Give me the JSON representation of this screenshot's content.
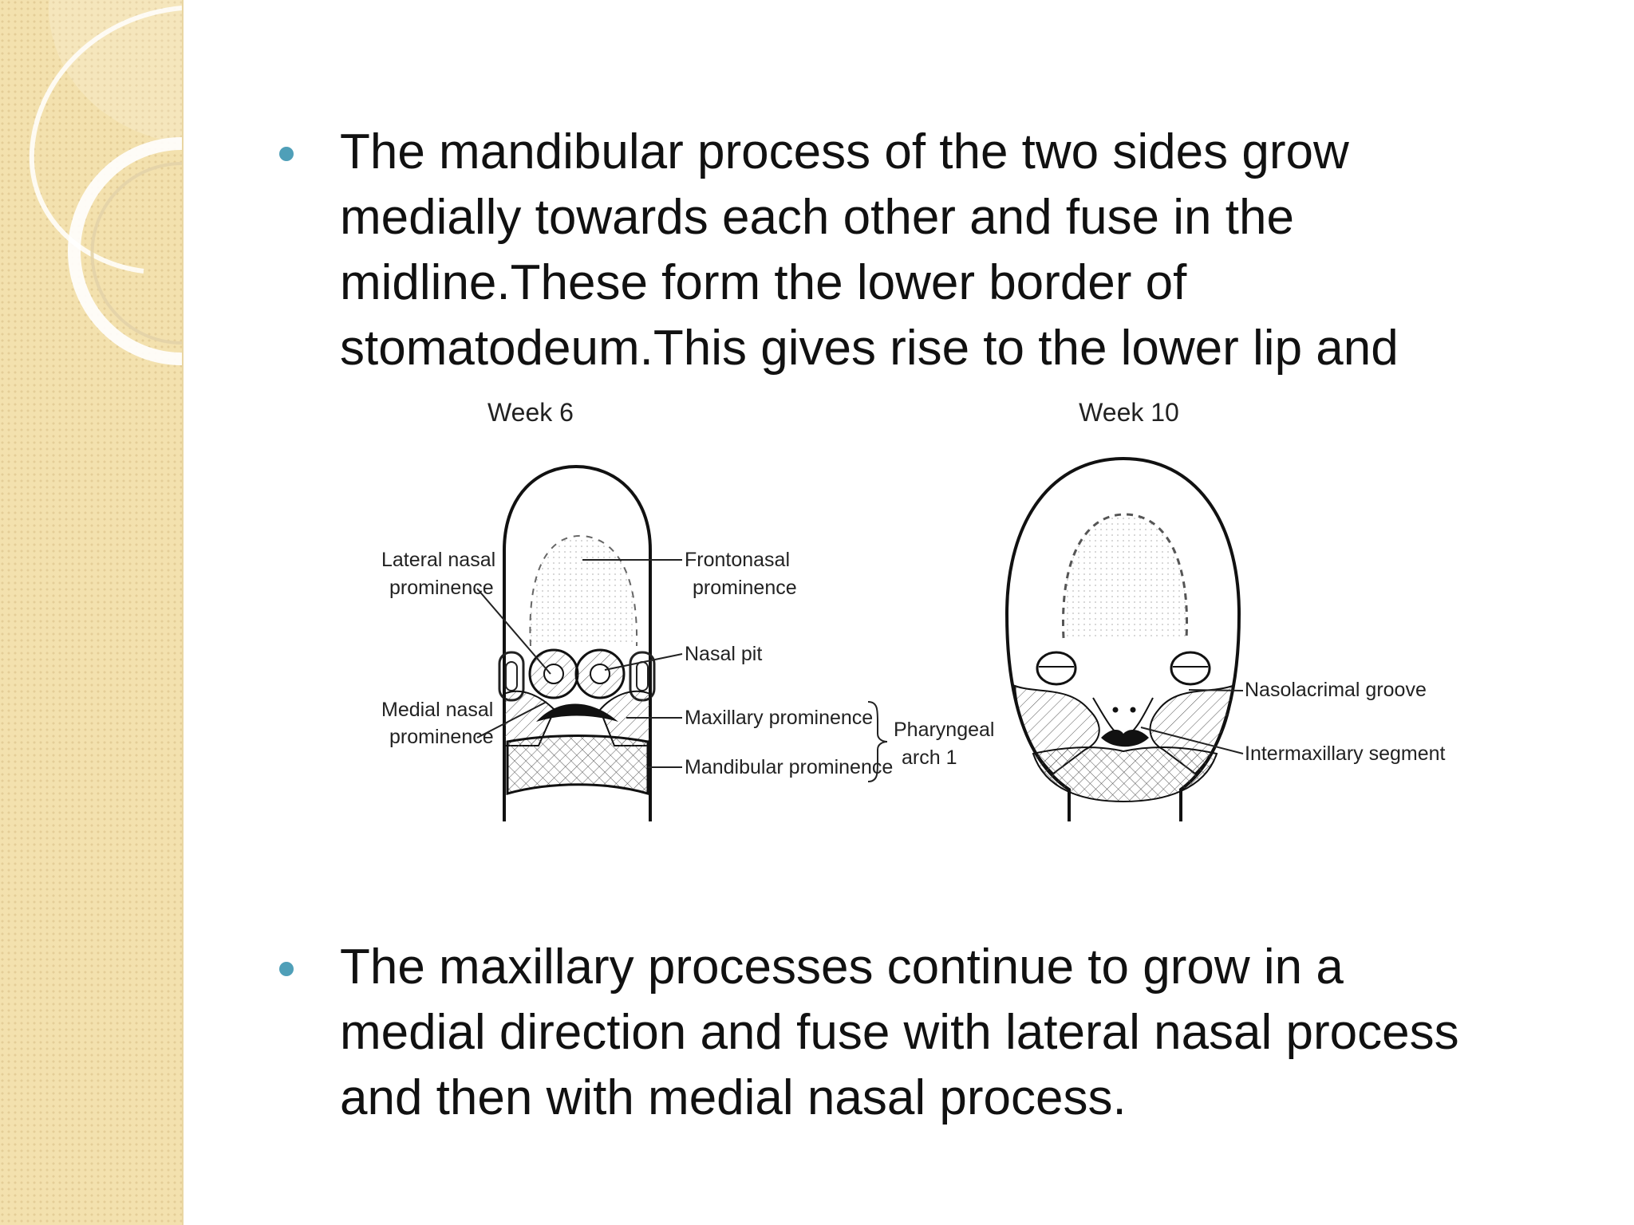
{
  "slide": {
    "bullets": [
      {
        "text": "The mandibular process of the two sides grow\nmedially towards each other and fuse in the\nmidline.These form the lower border of\nstomatodeum.This gives rise to the lower lip and"
      },
      {
        "text": "The maxillary processes continue to grow in a\nmedial direction and fuse with lateral nasal process\nand then with medial nasal process."
      }
    ],
    "accent_color": "#4f9fb8",
    "side_band_color": "#f3e1ae"
  },
  "figure": {
    "week6": {
      "title": "Week 6",
      "labels": {
        "lateral_nasal_1": "Lateral nasal",
        "lateral_nasal_2": "prominence",
        "medial_nasal_1": "Medial nasal",
        "medial_nasal_2": "prominence",
        "frontonasal_1": "Frontonasal",
        "frontonasal_2": "prominence",
        "nasal_pit": "Nasal pit",
        "maxillary": "Maxillary prominence",
        "mandibular": "Mandibular prominence",
        "pharyngeal_1": "Pharyngeal",
        "pharyngeal_2": "arch 1"
      }
    },
    "week10": {
      "title": "Week 10",
      "labels": {
        "nasolacrimal": "Nasolacrimal groove",
        "intermaxillary": "Intermaxillary segment"
      }
    }
  }
}
